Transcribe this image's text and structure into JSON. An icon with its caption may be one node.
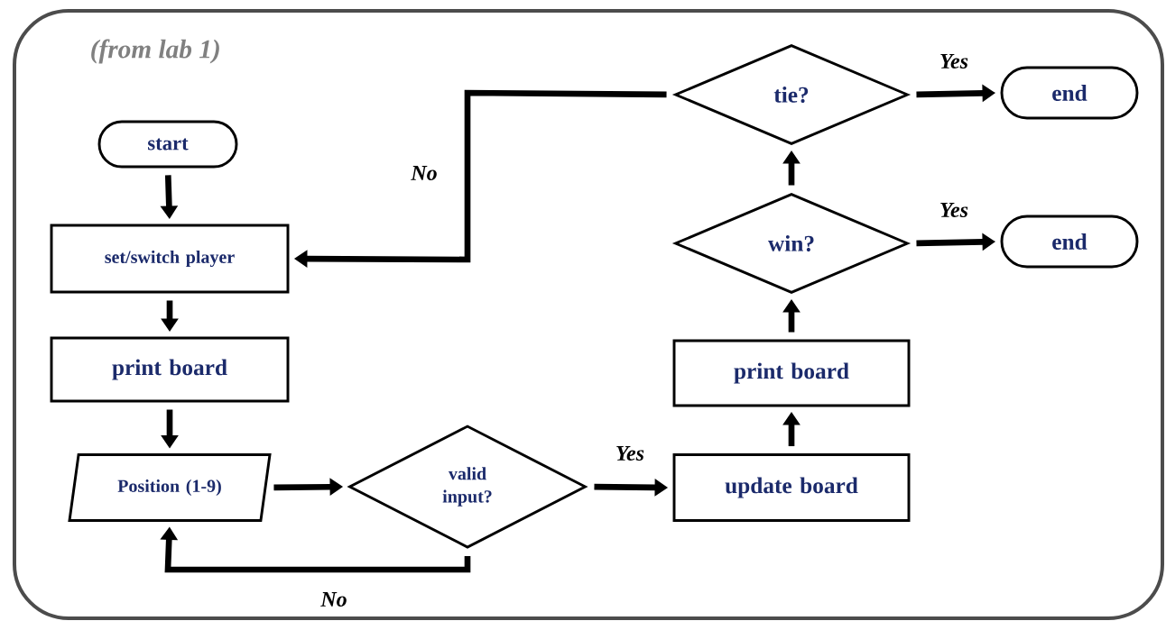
{
  "diagram": {
    "nodes": [
      {
        "text": [
          "start"
        ]
      },
      {
        "text": [
          "set/switch player"
        ]
      },
      {
        "text": [
          "print board"
        ]
      },
      {
        "text": [
          "Position (1-9)"
        ]
      },
      {
        "text": [
          "valid input?"
        ]
      },
      {
        "text": [
          "update board"
        ]
      },
      {
        "text": [
          "print board"
        ]
      },
      {
        "text": [
          "win?"
        ]
      },
      {
        "text": [
          "tie?"
        ]
      },
      {
        "text": [
          "end"
        ]
      },
      {
        "text": [
          "end"
        ]
      }
    ],
    "edges": [
      {
        "from": 0,
        "to": 1,
        "arrow": "to"
      },
      {
        "from": 1,
        "to": 2,
        "arrow": "to"
      },
      {
        "from": 2,
        "to": 3,
        "arrow": "to"
      },
      {
        "from": 3,
        "to": 4,
        "arrow": "to"
      },
      {
        "from": 4,
        "to": 5,
        "arrow": "to",
        "label": "Yes"
      },
      {
        "from": 4,
        "to": 3,
        "arrow": "to",
        "label": "No"
      },
      {
        "from": 5,
        "to": 6,
        "arrow": "to"
      },
      {
        "from": 6,
        "to": 7,
        "arrow": "to"
      },
      {
        "from": 7,
        "to": 9,
        "arrow": "to",
        "label": "Yes"
      },
      {
        "from": 7,
        "to": 8,
        "arrow": "to"
      },
      {
        "from": 8,
        "to": 10,
        "arrow": "to",
        "label": "Yes"
      },
      {
        "from": 8,
        "to": 1,
        "arrow": "to",
        "label": "No"
      }
    ],
    "labels": [
      "(from lab 1)"
    ]
  }
}
